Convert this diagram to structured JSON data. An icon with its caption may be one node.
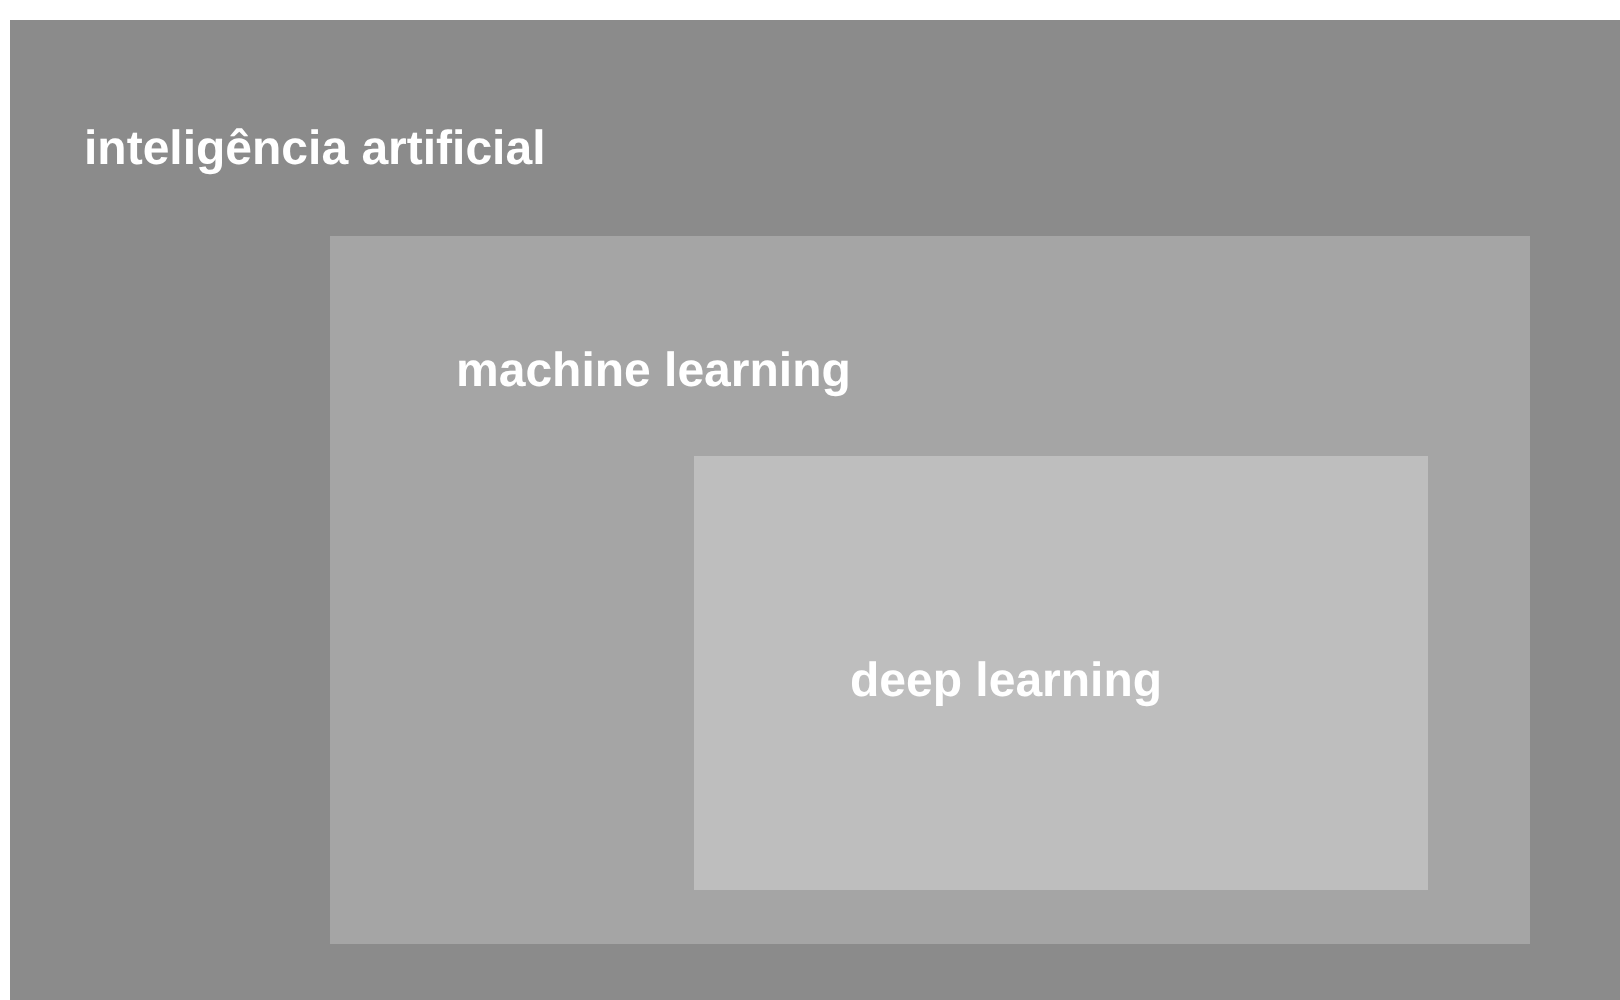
{
  "diagram": {
    "nodes": [
      {
        "text": [
          "inteligência artificial"
        ]
      },
      {
        "text": [
          "machine learning"
        ],
        "in": 0
      },
      {
        "text": [
          "deep learning"
        ],
        "in": 1
      }
    ]
  }
}
